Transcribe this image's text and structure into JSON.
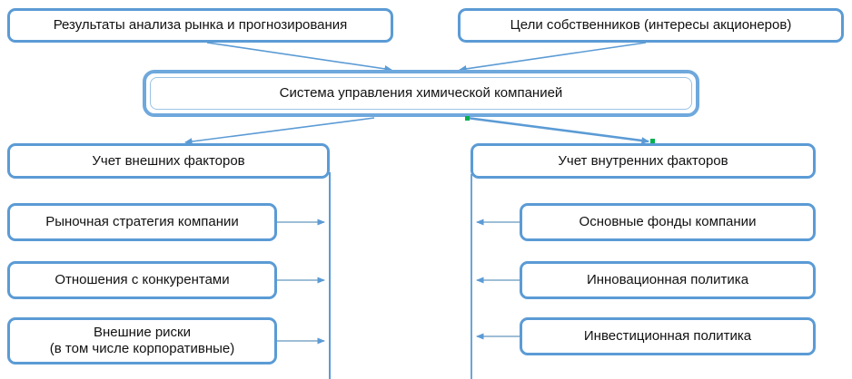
{
  "diagram": {
    "title": "Система управления химической компанией",
    "language": "ru",
    "colors": {
      "box_border": "#5B9BD5",
      "central_border": "#6FA8DC",
      "central_inner_border": "#9CC3E5",
      "connector": "#5B9BD5",
      "thin_connector": "#7FA8C9",
      "handle": "#00B050",
      "text": "#111111",
      "background": "#FFFFFF"
    },
    "nodes": {
      "market_analysis": "Результаты анализа рынка и прогнозирования",
      "owner_goals": "Цели собственников (интересы акционеров)",
      "central_system": "Система управления химической компанией",
      "external_header": "Учет внешних факторов",
      "internal_header": "Учет внутренних факторов",
      "external_items": [
        "Рыночная стратегия компании",
        "Отношения с конкурентами",
        "Внешние риски\n(в том числе корпоративные)"
      ],
      "internal_items": [
        "Основные фонды компании",
        "Инновационная политика",
        "Инвестиционная политика"
      ]
    },
    "connectors": [
      {
        "name": "market-to-central",
        "from": "market_analysis",
        "to": "central_system",
        "style": "arrow-diagonal-down-right"
      },
      {
        "name": "owners-to-central",
        "from": "owner_goals",
        "to": "central_system",
        "style": "arrow-diagonal-down-left"
      },
      {
        "name": "central-to-external",
        "from": "central_system",
        "to": "external_header",
        "style": "arrow-diagonal-down-left"
      },
      {
        "name": "central-to-internal",
        "from": "central_system",
        "to": "internal_header",
        "style": "arrow-diagonal-down-right"
      },
      {
        "name": "external-spine",
        "from": "external_header",
        "to": "external_items",
        "style": "vertical-spine-right-arrows"
      },
      {
        "name": "internal-spine",
        "from": "internal_header",
        "to": "internal_items",
        "style": "vertical-spine-left-arrows"
      }
    ]
  }
}
